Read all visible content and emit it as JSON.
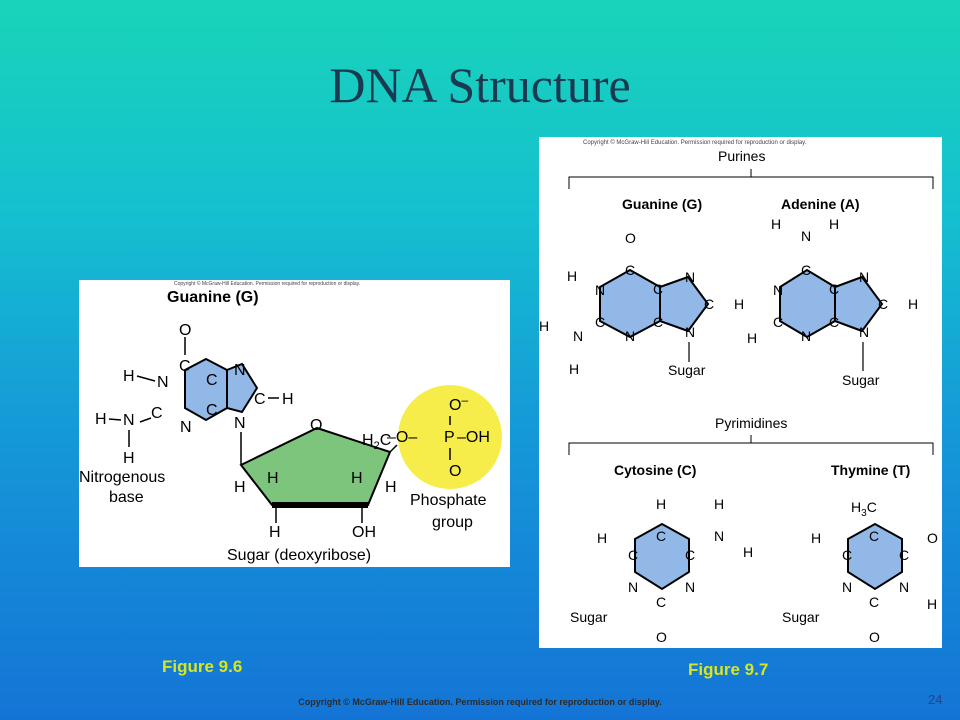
{
  "slide": {
    "title": "DNA Structure",
    "footer": "Copyright © McGraw-Hill Education. Permission required for reproduction or display.",
    "page_number": "24"
  },
  "figure_96": {
    "caption": "Figure 9.6",
    "copyright": "Copyright © McGraw-Hill Education. Permission required for reproduction or display.",
    "heading": "Guanine (G)",
    "base_label_1": "Nitrogenous",
    "base_label_2": "base",
    "sugar_label": "Sugar (deoxyribose)",
    "phosphate_label_1": "Phosphate",
    "phosphate_label_2": "group",
    "colors": {
      "base": "#92b8e8",
      "sugar": "#7dc47d",
      "phosphate": "#f7ed4a"
    }
  },
  "figure_97": {
    "caption": "Figure 9.7",
    "copyright": "Copyright © McGraw-Hill Education. Permission required for reproduction or display.",
    "purines_label": "Purines",
    "pyrimidines_label": "Pyrimidines",
    "bases": {
      "guanine": "Guanine (G)",
      "adenine": "Adenine (A)",
      "cytosine": "Cytosine (C)",
      "thymine": "Thymine (T)"
    },
    "sugar": "Sugar"
  }
}
